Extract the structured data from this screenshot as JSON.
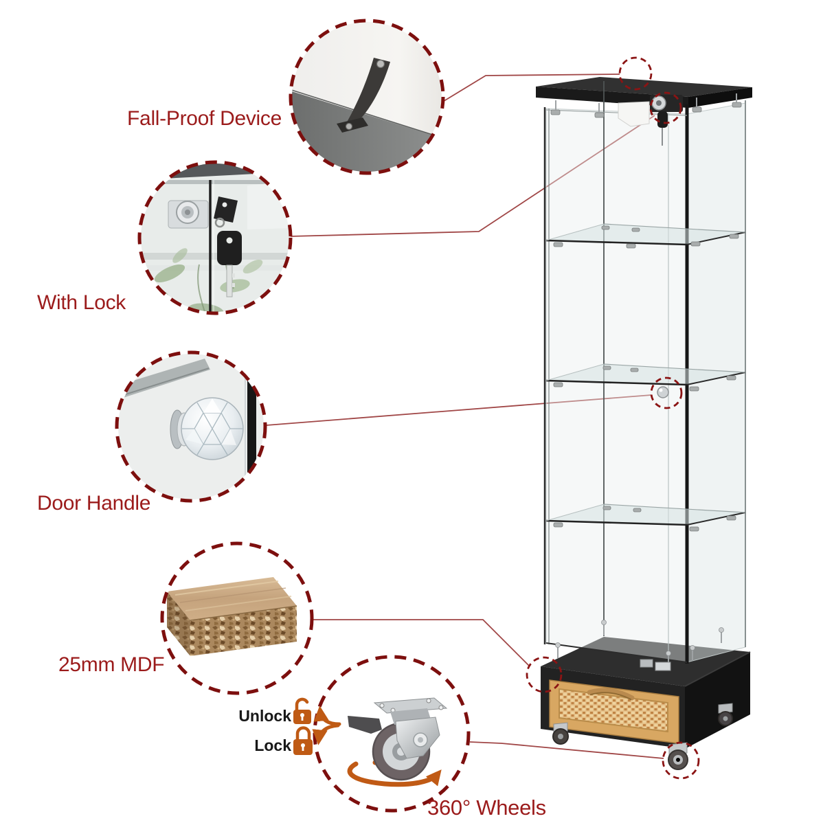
{
  "callouts": {
    "fall_proof": {
      "label": "Fall-Proof Device"
    },
    "with_lock": {
      "label": "With Lock"
    },
    "door_handle": {
      "label": "Door Handle"
    },
    "mdf": {
      "label": "25mm MDF"
    },
    "wheels": {
      "label": "360° Wheels"
    }
  },
  "caster_legend": {
    "unlock_label": "Unlock",
    "lock_label": "Lock"
  },
  "icons": [
    "padlock-open-icon",
    "padlock-closed-icon",
    "curved-arrow-icon",
    "rotation-swirl-icon"
  ],
  "colors": {
    "callout_ring_red": "#7d0f0e",
    "small_ring_red": "#8b1414",
    "connector_red": "#a04646",
    "label_red": "#9b1b1b",
    "icon_orange": "#bf5a14",
    "frame_black": "#1c1c1c",
    "drawer_wood": "#d8a762",
    "rattan": "#e5c189",
    "glass_tint": "#e9efef",
    "floor_gray": "#7b7d7c"
  }
}
